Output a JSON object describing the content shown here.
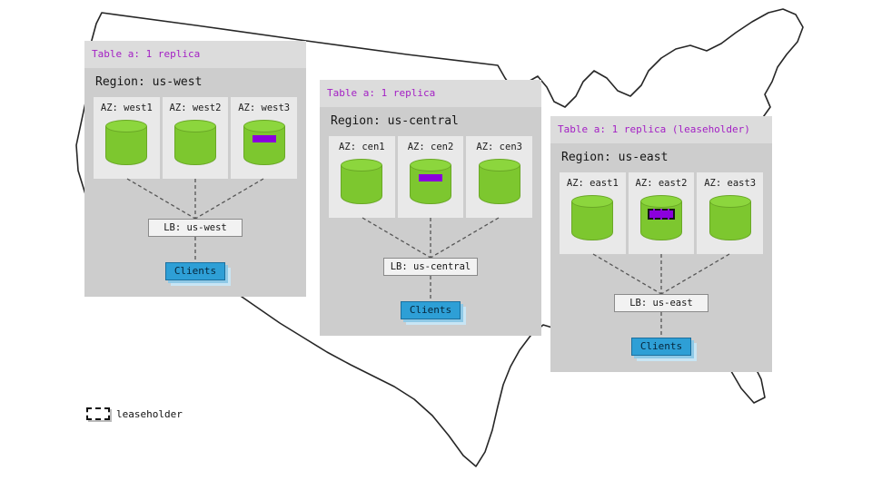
{
  "legend": {
    "label": "leaseholder"
  },
  "colors": {
    "header_purple": "#a31fc4",
    "cylinder_green": "#7dc72f",
    "replica_purple": "#8b00dd",
    "clients_blue": "#2e9fd6",
    "panel_gray": "#cdcdcd",
    "az_box_gray": "#e9e9e9"
  },
  "regions": [
    {
      "table_label": "Table a: 1 replica",
      "region_label": "Region: us-west",
      "azs": [
        {
          "label": "AZ: west1",
          "replica": false,
          "leaseholder": false
        },
        {
          "label": "AZ: west2",
          "replica": false,
          "leaseholder": false
        },
        {
          "label": "AZ: west3",
          "replica": true,
          "leaseholder": false
        }
      ],
      "lb_label": "LB: us-west",
      "clients_label": "Clients"
    },
    {
      "table_label": "Table a: 1 replica",
      "region_label": "Region: us-central",
      "azs": [
        {
          "label": "AZ: cen1",
          "replica": false,
          "leaseholder": false
        },
        {
          "label": "AZ: cen2",
          "replica": true,
          "leaseholder": false
        },
        {
          "label": "AZ: cen3",
          "replica": false,
          "leaseholder": false
        }
      ],
      "lb_label": "LB: us-central",
      "clients_label": "Clients"
    },
    {
      "table_label": "Table a: 1 replica (leaseholder)",
      "region_label": "Region: us-east",
      "azs": [
        {
          "label": "AZ: east1",
          "replica": false,
          "leaseholder": false
        },
        {
          "label": "AZ: east2",
          "replica": true,
          "leaseholder": true
        },
        {
          "label": "AZ: east3",
          "replica": false,
          "leaseholder": false
        }
      ],
      "lb_label": "LB: us-east",
      "clients_label": "Clients"
    }
  ]
}
